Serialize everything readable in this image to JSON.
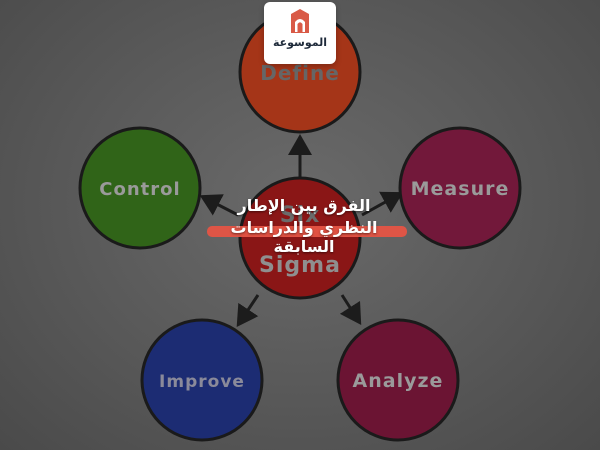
{
  "colors": {
    "define": "#a53518",
    "measure": "#72183a",
    "analyze": "#6b1433",
    "improve": "#1c2c73",
    "control": "#306418",
    "center": "#8a1616",
    "arrow": "#1c1c1c",
    "accent_bar": "#e55445",
    "logo_icon": "#d95a47"
  },
  "diagram": {
    "center": "Sigma",
    "center_top": "Six",
    "define": "Define",
    "measure": "Measure",
    "analyze": "Analyze",
    "improve": "Improve",
    "control": "Control"
  },
  "overlay": {
    "logo_text": "الموسوعة",
    "title_line1": "الفرق بين الإطار",
    "title_line2": "النظري والدراسات السابقة"
  }
}
